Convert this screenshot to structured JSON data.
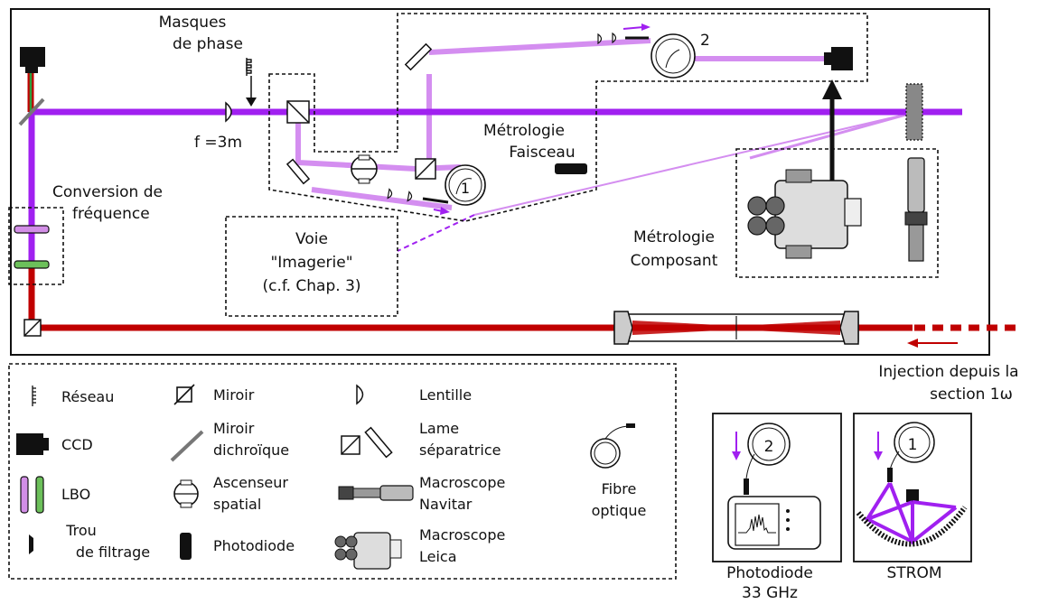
{
  "labels": {
    "masques": [
      "Masques",
      "de phase"
    ],
    "focal": "f =3m",
    "metro_faisceau": [
      "Métrologie",
      "Faisceau"
    ],
    "conversion": [
      "Conversion de",
      "fréquence"
    ],
    "voie": [
      "Voie",
      "\"Imagerie\"",
      "(c.f. Chap. 3)"
    ],
    "metro_composant": [
      "Métrologie",
      "Composant"
    ],
    "injection": [
      "Injection depuis la",
      "section 1ω"
    ],
    "fiber_1": "1",
    "fiber_2": "2"
  },
  "legend": {
    "reseau": "Réseau",
    "ccd": "CCD",
    "lbo": "LBO",
    "trou": [
      "Trou",
      "de filtrage"
    ],
    "miroir": "Miroir",
    "miroir_dichroique": [
      "Miroir",
      "dichroïque"
    ],
    "ascenseur": [
      "Ascenseur",
      "spatial"
    ],
    "photodiode": "Photodiode",
    "lentille": "Lentille",
    "lame": [
      "Lame",
      "séparatrice"
    ],
    "macro_navitar": [
      "Macroscope",
      "Navitar"
    ],
    "macro_leica": [
      "Macroscope",
      "Leica"
    ],
    "fibre": [
      "Fibre",
      "optique"
    ]
  },
  "insets": {
    "photodiode": {
      "caption": [
        "Photodiode",
        "33 GHz"
      ],
      "fiber": "2"
    },
    "strom": {
      "caption": "STROM",
      "fiber": "1"
    }
  },
  "colors": {
    "violet": "#a020f0",
    "violet_light": "#d48ef0",
    "red": "#c00000",
    "green": "#2e9e3e",
    "lbo_violet": "#d28ee6",
    "lbo_green": "#6cc05a",
    "grey": "#777777"
  }
}
